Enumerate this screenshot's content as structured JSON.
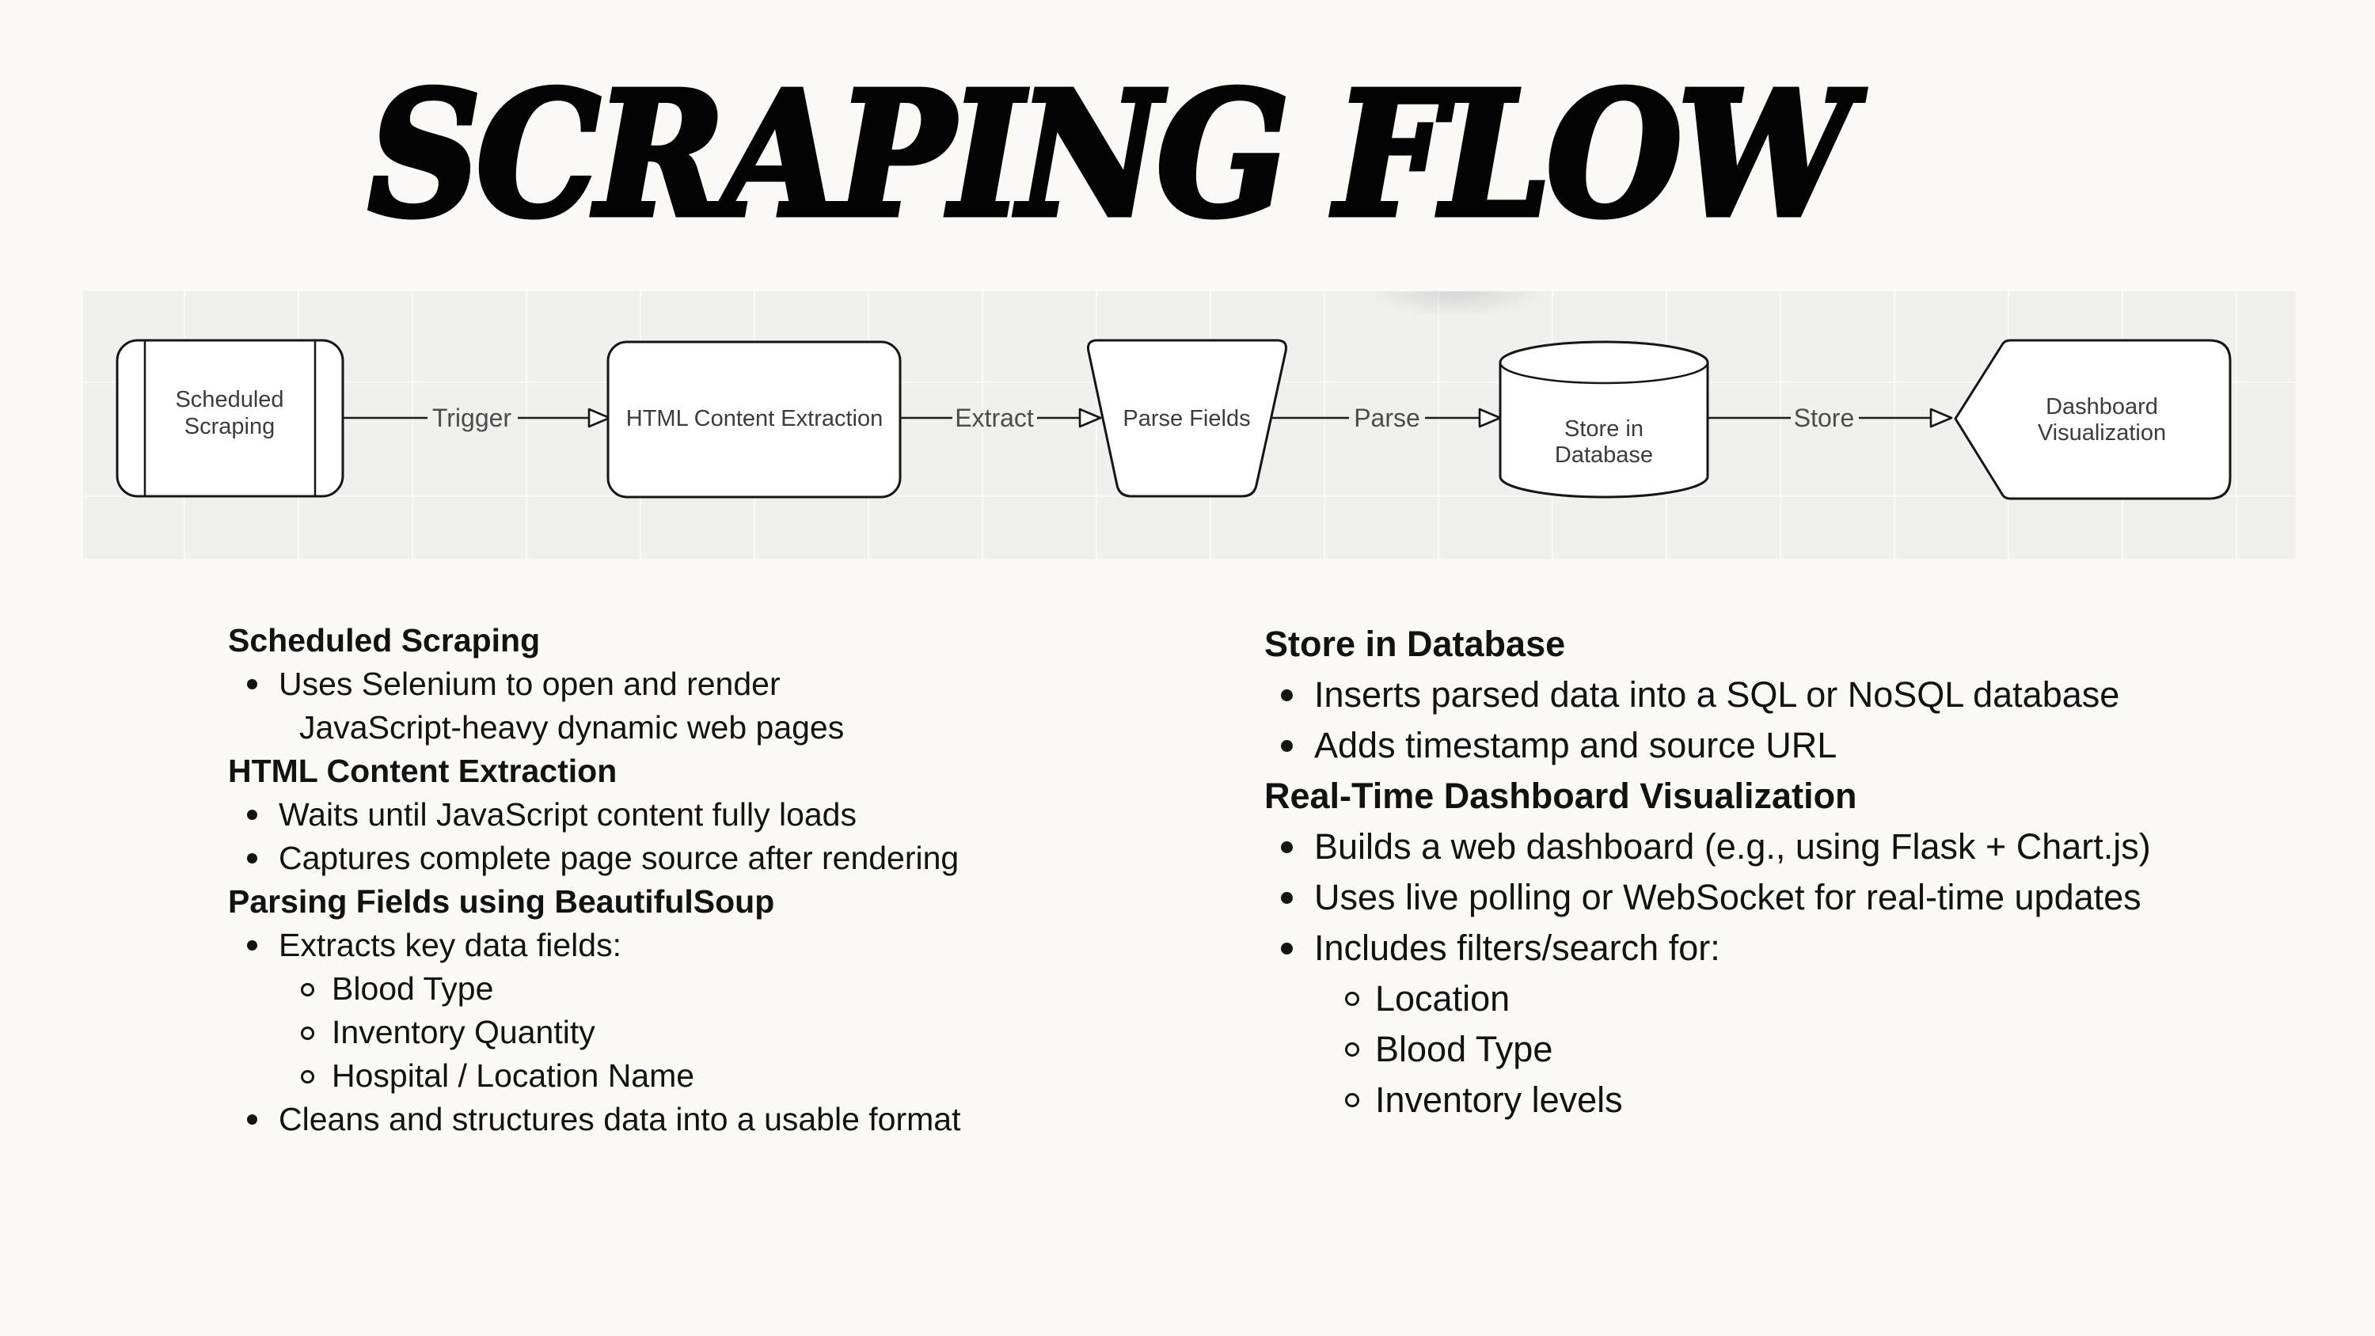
{
  "page": {
    "title": "SCRAPING FLOW",
    "background_color": "#faf9f6",
    "strip_background_color": "#f0f0ee",
    "node_border_color": "#161616",
    "node_fill_color": "#ffffff"
  },
  "flowchart": {
    "nodes": [
      {
        "shape": "subroutine",
        "lines": [
          "Scheduled",
          "Scraping"
        ]
      },
      {
        "shape": "rounded-rectangle",
        "lines": [
          "HTML Content Extraction"
        ]
      },
      {
        "shape": "trapezoid",
        "lines": [
          "Parse Fields"
        ]
      },
      {
        "shape": "cylinder",
        "lines": [
          "Store in",
          "Database"
        ]
      },
      {
        "shape": "display",
        "lines": [
          "Dashboard",
          "Visualization"
        ]
      }
    ],
    "edges": [
      {
        "label": "Trigger",
        "from": "Scheduled Scraping",
        "to": "HTML Content Extraction"
      },
      {
        "label": "Extract",
        "from": "HTML Content Extraction",
        "to": "Parse Fields"
      },
      {
        "label": "Parse",
        "from": "Parse Fields",
        "to": "Store in Database"
      },
      {
        "label": "Store",
        "from": "Store in Database",
        "to": "Dashboard Visualization"
      }
    ]
  },
  "columns": {
    "left": {
      "rows": [
        {
          "type": "heading",
          "text": "Scheduled Scraping"
        },
        {
          "type": "bullet",
          "text": "Uses Selenium to open and render"
        },
        {
          "type": "cont",
          "text": "JavaScript-heavy dynamic web pages"
        },
        {
          "type": "heading",
          "text": "HTML Content Extraction"
        },
        {
          "type": "bullet",
          "text": "Waits until JavaScript content fully loads"
        },
        {
          "type": "bullet",
          "text": "Captures complete page source after rendering"
        },
        {
          "type": "heading",
          "text": "Parsing Fields using BeautifulSoup"
        },
        {
          "type": "bullet",
          "text": "Extracts key data fields:"
        },
        {
          "type": "sub",
          "text": "Blood Type"
        },
        {
          "type": "sub",
          "text": "Inventory Quantity"
        },
        {
          "type": "sub",
          "text": "Hospital / Location Name"
        },
        {
          "type": "bullet",
          "text": "Cleans and structures data into a usable format"
        }
      ]
    },
    "right": {
      "rows": [
        {
          "type": "heading",
          "text": "Store in Database"
        },
        {
          "type": "bullet",
          "text": "Inserts parsed data into a SQL or NoSQL database"
        },
        {
          "type": "bullet",
          "text": "Adds timestamp and source URL"
        },
        {
          "type": "heading",
          "text": "Real-Time Dashboard Visualization"
        },
        {
          "type": "bullet",
          "text": "Builds a web dashboard (e.g., using Flask + Chart.js)"
        },
        {
          "type": "bullet",
          "text": "Uses live polling or WebSocket for real-time updates"
        },
        {
          "type": "bullet",
          "text": "Includes filters/search for:"
        },
        {
          "type": "sub",
          "text": "Location"
        },
        {
          "type": "sub",
          "text": "Blood Type"
        },
        {
          "type": "sub",
          "text": "Inventory levels"
        }
      ]
    }
  }
}
